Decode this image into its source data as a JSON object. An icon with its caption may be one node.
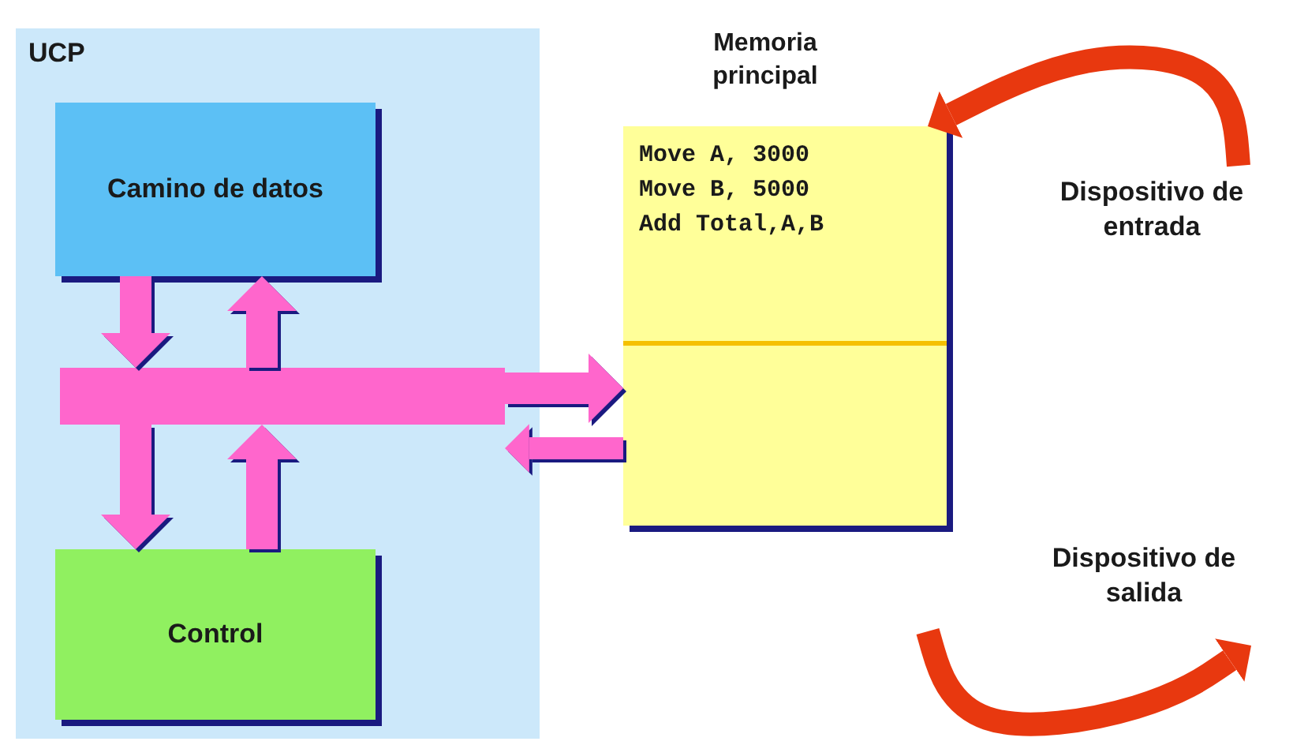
{
  "diagram": {
    "nodes": [
      {
        "text": [
          "UCP"
        ]
      },
      {
        "text": [
          "Camino de datos"
        ],
        "in": 0
      },
      {
        "text": [],
        "shape": "bar",
        "in": 0
      },
      {
        "text": [
          "Control"
        ],
        "in": 0
      },
      {
        "text": [
          "Memoria principal",
          "Move A, 3000",
          "Move B, 5000",
          "Add Total,A,B"
        ]
      },
      {
        "text": [
          "Dispositivo de entrada"
        ]
      },
      {
        "text": [
          "Dispositivo de salida"
        ]
      }
    ],
    "edges": [
      {
        "from": 1,
        "to": 2,
        "arrow": "to"
      },
      {
        "from": 2,
        "to": 1,
        "arrow": "to"
      },
      {
        "from": 2,
        "to": 3,
        "arrow": "to"
      },
      {
        "from": 3,
        "to": 2,
        "arrow": "to"
      },
      {
        "from": 2,
        "to": 4,
        "arrow": "to"
      },
      {
        "from": 4,
        "to": 2,
        "arrow": "to"
      },
      {
        "from": 5,
        "to": 4,
        "arrow": "to",
        "color": "#e8380f"
      },
      {
        "from": null,
        "to": 6,
        "arrow": "to",
        "color": "#e8380f"
      }
    ]
  }
}
